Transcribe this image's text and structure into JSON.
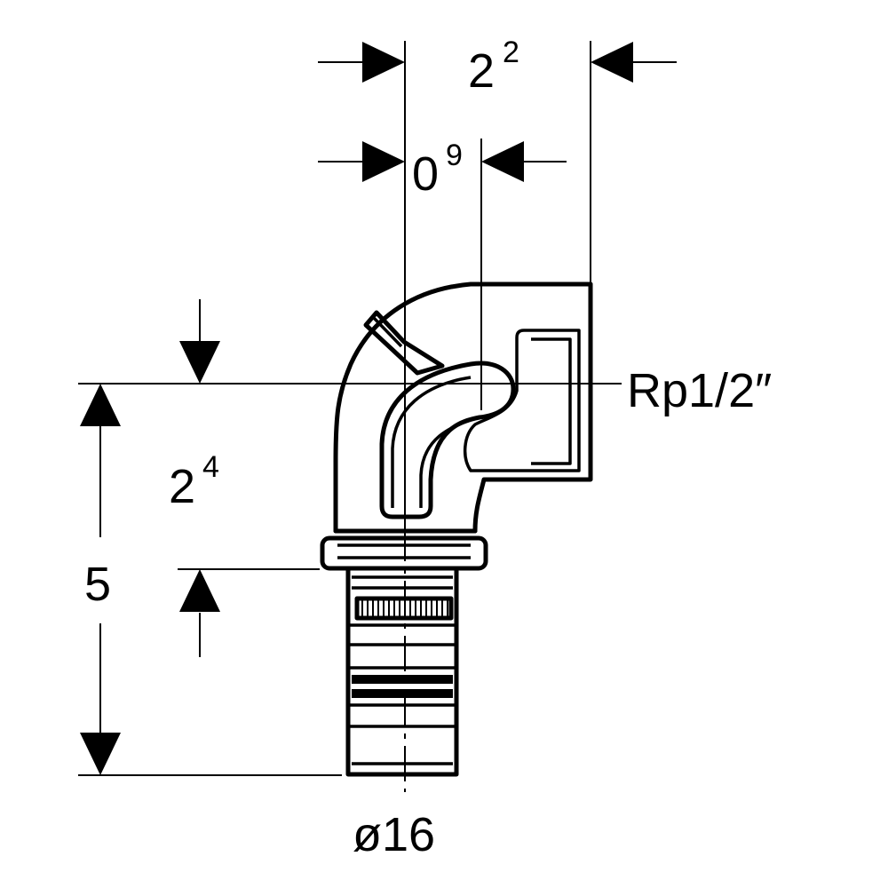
{
  "drawing": {
    "dimensions": {
      "top_width": {
        "base": "2",
        "exp": "2"
      },
      "offset_width": {
        "base": "0",
        "exp": "9"
      },
      "elbow_height": {
        "base": "2",
        "exp": "4"
      },
      "total_height": "5"
    },
    "thread_label": "Rp1/2″",
    "diameter_label": "ø16"
  }
}
